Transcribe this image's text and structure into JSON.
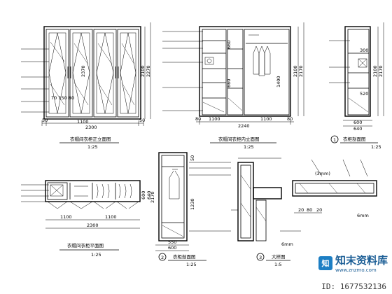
{
  "views": {
    "v1": {
      "title": "衣帽间衣柜正立面图",
      "scale": "1:25",
      "dims_bottom": [
        "50",
        "2300",
        "50"
      ],
      "dims_sub": "1100",
      "dims_right": [
        "2100",
        "2270"
      ],
      "dims_inner": [
        "2370"
      ],
      "dim_note": "70 150 80"
    },
    "v2": {
      "title": "衣帽间衣柜内立面图",
      "scale": "1:25",
      "dims_bottom": [
        "80",
        "2240",
        "80"
      ],
      "dims_sub": [
        "1100",
        "1100"
      ],
      "dims_side": [
        "660",
        "660",
        "1400",
        "2100",
        "2170"
      ]
    },
    "v3": {
      "title": "衣柜剖面图",
      "scale": "1:25",
      "marker": "1",
      "dims_bottom": [
        "600",
        "640"
      ],
      "dims_inner": [
        "300",
        "520"
      ],
      "dims_side": [
        "2100",
        "2170"
      ]
    },
    "v4": {
      "title": "衣帽间衣柜平面图",
      "scale": "1:25",
      "dims_bottom": [
        "1100",
        "1100",
        "2300"
      ],
      "dims_side": [
        "600",
        "640"
      ]
    },
    "v5": {
      "title": "衣柜剖面图",
      "scale": "1:25",
      "marker": "2",
      "dims_bottom": [
        "550",
        "600"
      ],
      "dims_side": [
        "1230",
        "2170"
      ],
      "dims_top": "50"
    },
    "v6": {
      "title": "大样图",
      "scale": "1:5",
      "marker": "3",
      "dims": [
        "20",
        "80",
        "20",
        "6mm",
        "6mm",
        "(3mm)"
      ]
    }
  },
  "watermark": {
    "badge": "知",
    "text": "知末资料库",
    "url": "www.znzmo.com",
    "id": "ID: 1677532136"
  }
}
